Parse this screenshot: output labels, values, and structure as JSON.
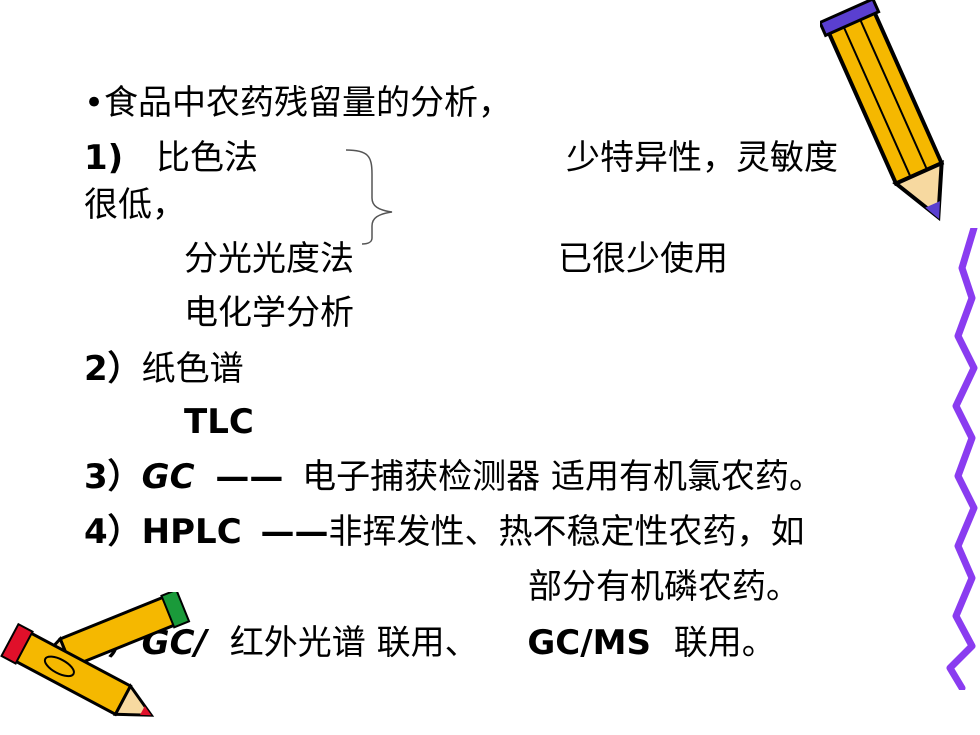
{
  "slide": {
    "line_title": "•食品中农药残留量的分析，",
    "l1": {
      "num": "1)",
      "method": "比色法",
      "note": "少特异性，灵敏度",
      "note_cont": "很低，",
      "method2": "分光光度法",
      "note2": "已很少使用",
      "method3": "电化学分析"
    },
    "l2": {
      "num": "2）",
      "method": "纸色谱",
      "method2": "TLC"
    },
    "l3": {
      "num": "3）",
      "gc": "GC",
      "dash": "——",
      "text": "电子捕获检测器   适用有机氯农药。"
    },
    "l4": {
      "num": "4）",
      "hplc": "HPLC",
      "dash": "——",
      "text": "非挥发性、热不稳定性农药，如",
      "text2": "部分有机磷农药。"
    },
    "l5": {
      "num": "5）",
      "gc": "GC/",
      "text": "红外光谱 联用、",
      "gcms": "GC/MS",
      "text2": "联用。"
    }
  },
  "colors": {
    "pencil_body": "#f5b800",
    "pencil_outline": "#000000",
    "pencil_band": "#5a3fd0",
    "zigzag": "#8a3cf0",
    "pencil_red": "#e0102a",
    "pencil_green": "#1a9a3a"
  },
  "icons": [
    "pencil-icon",
    "pencil-pair-icon",
    "zigzag-border-icon",
    "curly-brace-icon"
  ]
}
